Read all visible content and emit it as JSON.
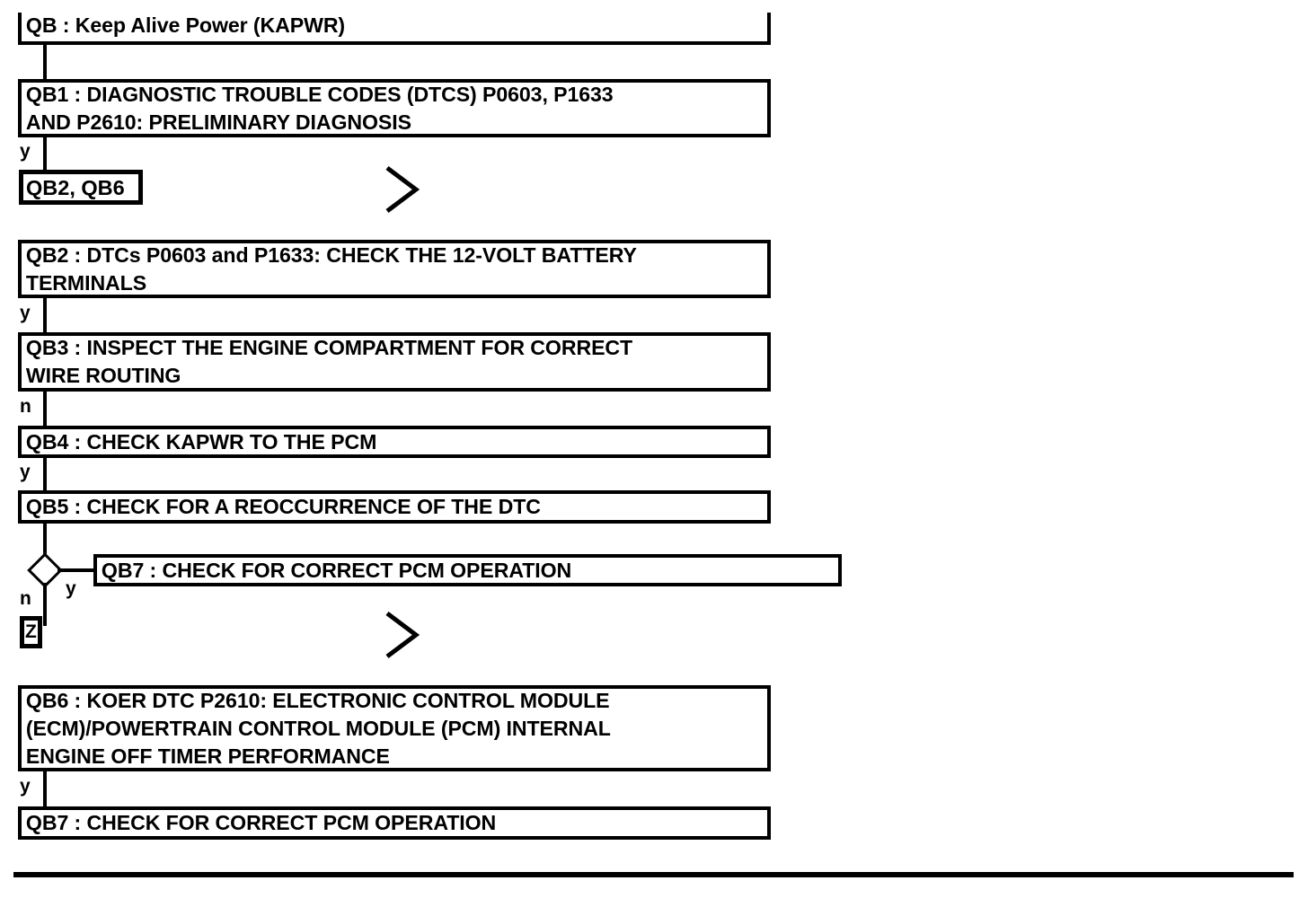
{
  "document": {
    "title": "QB : Keep Alive Power (KAPWR)",
    "type": "diagnostic-flowchart"
  },
  "header": {
    "label": "QB : Keep Alive Power (KAPWR)"
  },
  "nodes": [
    {
      "id": "QB1",
      "label": "QB1 : DIAGNOSTIC TROUBLE CODES (DTCS) P0603, P1633\nAND P2610: PRELIMINARY DIAGNOSIS"
    },
    {
      "id": "QB2",
      "label": "QB2 : DTCs P0603 and P1633: CHECK THE 12-VOLT BATTERY\nTERMINALS"
    },
    {
      "id": "QB3",
      "label": "QB3 : INSPECT THE ENGINE COMPARTMENT FOR CORRECT\nWIRE ROUTING"
    },
    {
      "id": "QB4",
      "label": "QB4 : CHECK KAPWR TO THE PCM"
    },
    {
      "id": "QB5",
      "label": "QB5 : CHECK FOR A REOCCURRENCE OF THE DTC"
    },
    {
      "id": "QB7a",
      "label": "QB7 : CHECK FOR CORRECT PCM OPERATION"
    },
    {
      "id": "QB6",
      "label": "QB6 : KOER DTC P2610: ELECTRONIC CONTROL MODULE\n(ECM)/POWERTRAIN CONTROL MODULE (PCM) INTERNAL\nENGINE OFF TIMER PERFORMANCE"
    },
    {
      "id": "QB7b",
      "label": "QB7 : CHECK FOR CORRECT PCM OPERATION"
    }
  ],
  "references": [
    {
      "id": "ref-qb2-qb6",
      "label": "QB2, QB6"
    },
    {
      "id": "ref-z",
      "label": "Z"
    }
  ],
  "edge_labels": {
    "qb1_to_ref": "y",
    "qb2_to_qb3": "y",
    "qb3_to_qb4": "n",
    "qb4_to_qb5": "y",
    "decision_no": "n",
    "decision_yes": "y",
    "qb6_to_qb7": "y"
  },
  "icons": {
    "chevron_top": "chevron-right-icon",
    "chevron_bottom": "chevron-right-icon",
    "decision": "decision-diamond-icon"
  },
  "colors": {
    "stroke": "#000000",
    "background": "#ffffff"
  }
}
